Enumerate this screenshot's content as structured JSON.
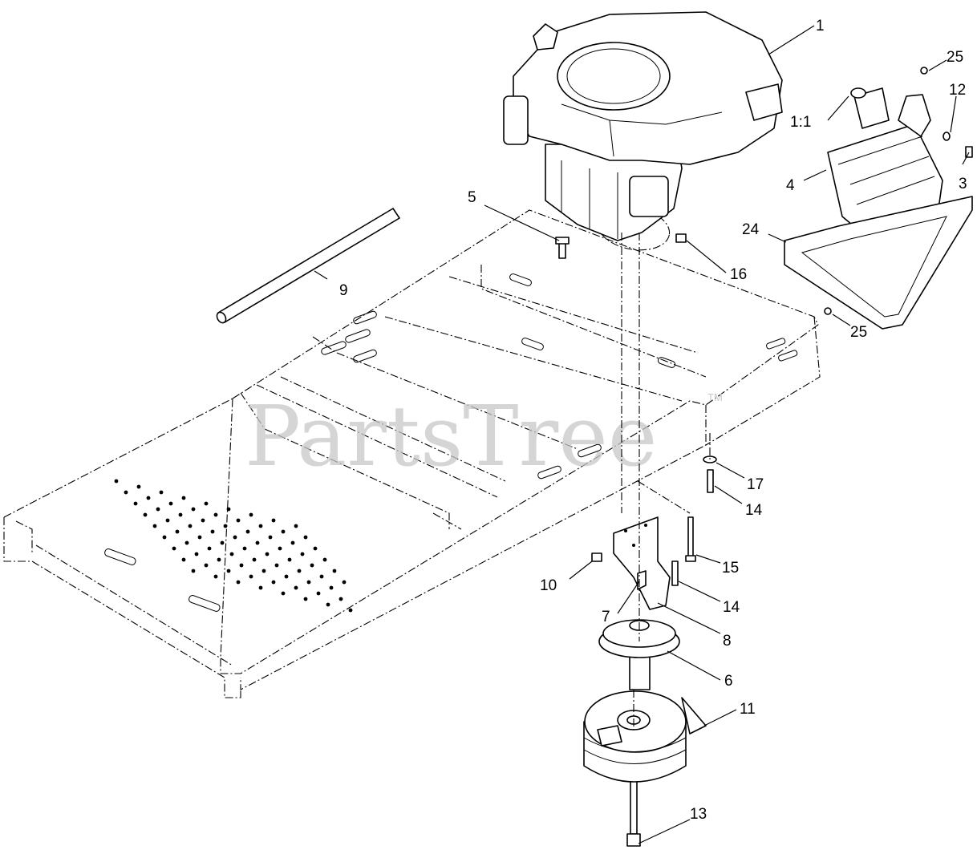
{
  "watermark": {
    "brand": "PartsTree",
    "trademark": "TM"
  },
  "callouts": {
    "c1": "1",
    "c25a": "25",
    "c1_1": "1:1",
    "c12": "12",
    "c3": "3",
    "c4": "4",
    "c5": "5",
    "c24": "24",
    "c9": "9",
    "c16": "16",
    "c25b": "25",
    "c17": "17",
    "c14a": "14",
    "c15": "15",
    "c10": "10",
    "c14b": "14",
    "c7": "7",
    "c8": "8",
    "c6": "6",
    "c11": "11",
    "c13": "13"
  },
  "parts": {
    "engine": "engine-icon",
    "muffler": "muffler-icon",
    "heat_shield": "heat-shield-icon",
    "rod": "rod-icon",
    "frame": "frame-outline",
    "pulley": "pulley-icon",
    "clutch": "pto-clutch-icon",
    "bracket": "bracket-icon"
  }
}
